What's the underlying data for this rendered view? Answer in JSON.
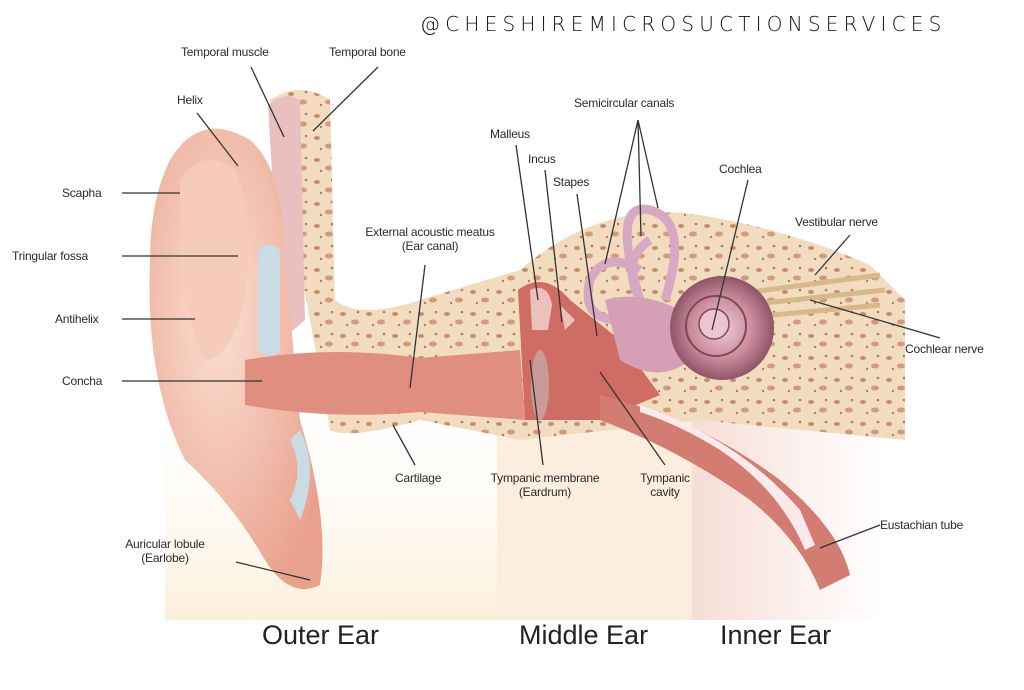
{
  "watermark": "@CHESHIREMICROSUCTIONSERVICES",
  "labels": {
    "temporal_muscle": "Temporal muscle",
    "temporal_bone": "Temporal bone",
    "helix": "Helix",
    "scapha": "Scapha",
    "triangular_fossa": "Tringular fossa",
    "antihelix": "Antihelix",
    "concha": "Concha",
    "auricular_lobule": "Auricular lobule",
    "earlobe": "(Earlobe)",
    "external_acoustic_meatus": "External acoustic meatus",
    "ear_canal": "(Ear canal)",
    "cartilage": "Cartilage",
    "tympanic_membrane": "Tympanic membrane",
    "eardrum": "(Eardrum)",
    "tympanic": "Tympanic",
    "cavity": "cavity",
    "malleus": "Malleus",
    "incus": "Incus",
    "stapes": "Stapes",
    "semicircular_canals": "Semicircular canals",
    "cochlea": "Cochlea",
    "vestibular_nerve": "Vestibular nerve",
    "cochlear_nerve": "Cochlear nerve",
    "eustachian_tube": "Eustachian tube"
  },
  "regions": {
    "outer": "Outer Ear",
    "middle": "Middle Ear",
    "inner": "Inner Ear"
  },
  "colors": {
    "skin": "#f0b6a0",
    "bone": "#f1dcc0",
    "canal": "#d8736a",
    "inner": "#d7a2b2"
  }
}
